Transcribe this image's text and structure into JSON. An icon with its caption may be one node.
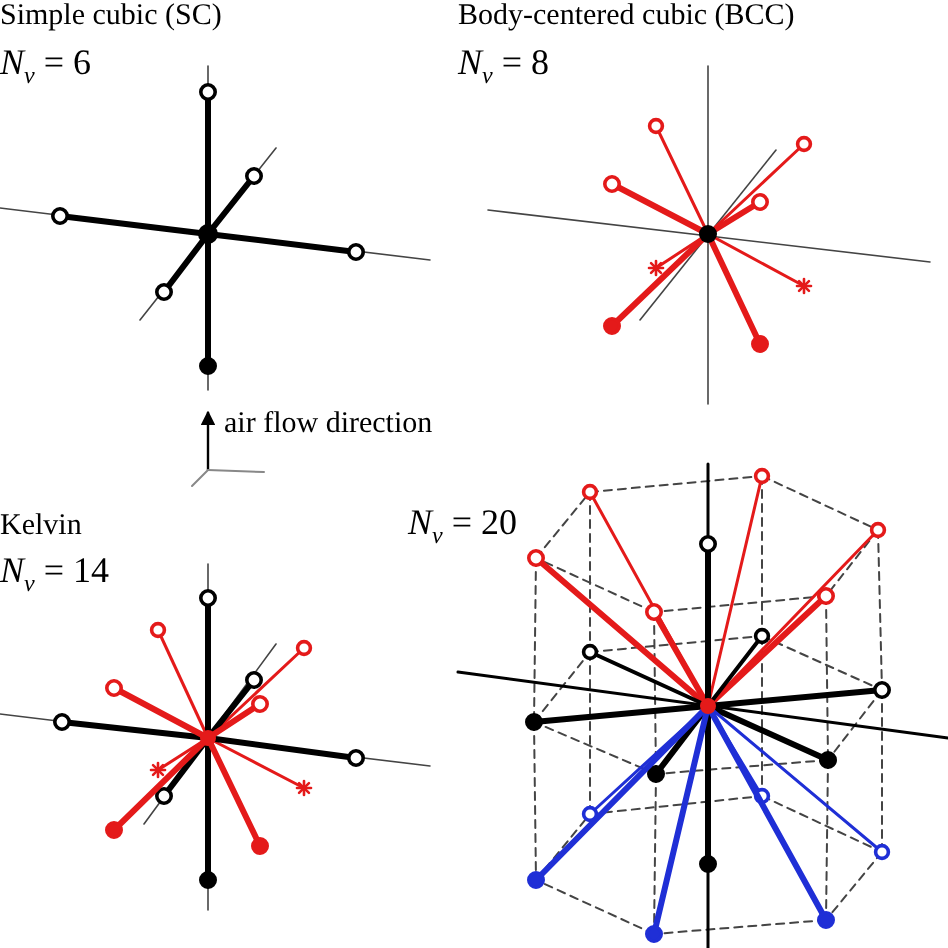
{
  "diagram": {
    "labels": [
      "Simple cubic (SC)",
      "Body-centered cubic (BCC)",
      "*N*$_{v}$ = 6",
      "*N*$_{v}$ = 8",
      "air flow direction",
      "Kelvin",
      "*N*$_{v}$ = 20",
      "*N*$_{v}$ = 14"
    ]
  }
}
